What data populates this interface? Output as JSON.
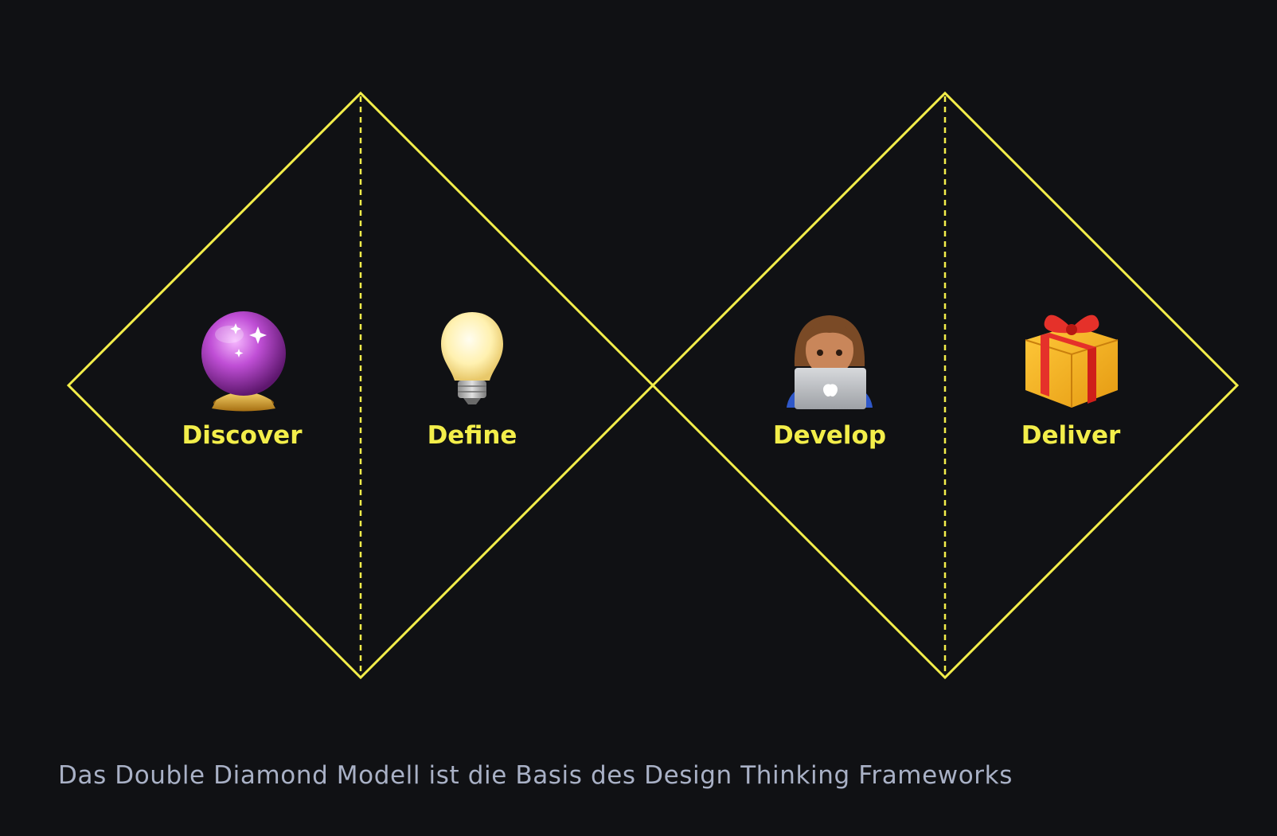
{
  "colors": {
    "background": "#101114",
    "accent": "#f3ee4a",
    "caption": "#a9b1c6"
  },
  "phases": [
    {
      "label": "Discover",
      "icon": "crystal-ball-icon"
    },
    {
      "label": "Define",
      "icon": "light-bulb-icon"
    },
    {
      "label": "Develop",
      "icon": "woman-technologist-icon"
    },
    {
      "label": "Deliver",
      "icon": "wrapped-gift-icon"
    }
  ],
  "caption": "Das Double Diamond Modell ist die Basis des Design Thinking Frameworks"
}
